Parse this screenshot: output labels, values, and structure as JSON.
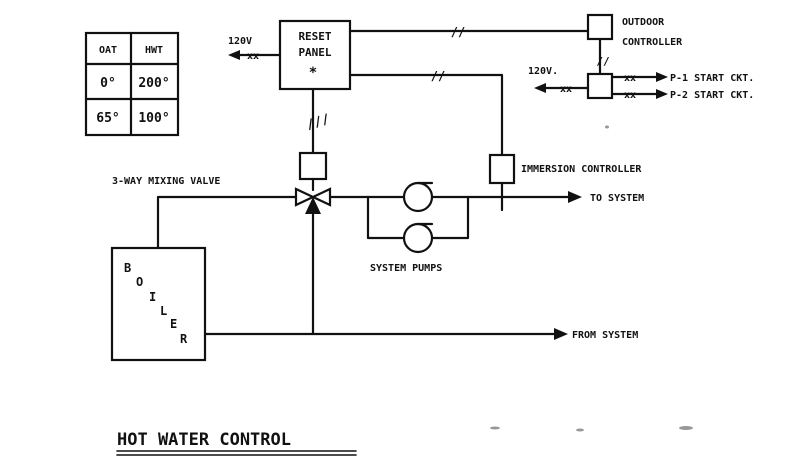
{
  "title": "HOT WATER CONTROL",
  "reset_table": {
    "headers": [
      "OAT",
      "HWT"
    ],
    "rows": [
      [
        "0°",
        "200°"
      ],
      [
        "65°",
        "100°"
      ]
    ]
  },
  "reset_panel": {
    "line1": "RESET",
    "line2": "PANEL",
    "mark": "*"
  },
  "outdoor_controller": {
    "line1": "OUTDOOR",
    "line2": "CONTROLLER"
  },
  "supply_left": "120V",
  "supply_right": "120V.",
  "start_circuits": [
    "P-1  START CKT.",
    "P-2  START CKT."
  ],
  "mixing_valve_label": "3-WAY MIXING VALVE",
  "immersion_controller_label": "IMMERSION CONTROLLER",
  "to_system_label": "TO SYSTEM",
  "from_system_label": "FROM SYSTEM",
  "system_pumps_label": "SYSTEM PUMPS",
  "boiler_letters": [
    "B",
    "O",
    "I",
    "L",
    "E",
    "R"
  ],
  "wire_mark_double": "//",
  "wire_mark_triple": "///",
  "wire_mark_cross": "xx"
}
